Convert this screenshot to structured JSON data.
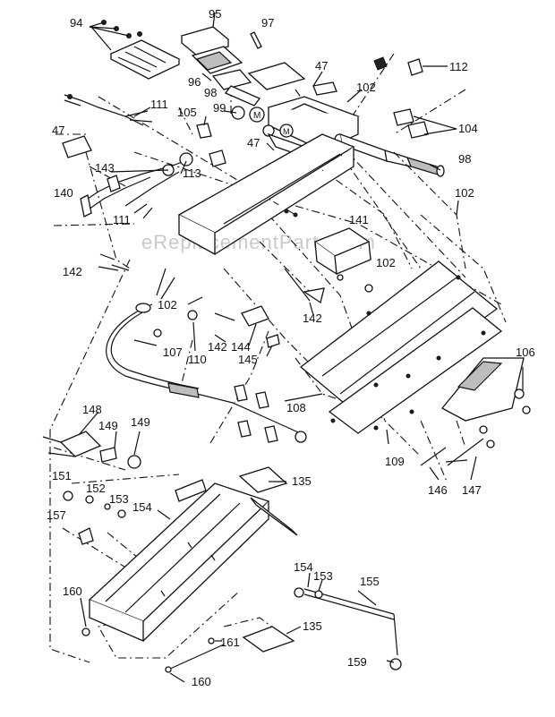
{
  "watermark": "eReplacementParts.com",
  "callouts": [
    {
      "id": "c94",
      "text": "94"
    },
    {
      "id": "c95",
      "text": "95"
    },
    {
      "id": "c97",
      "text": "97"
    },
    {
      "id": "c47a",
      "text": "47"
    },
    {
      "id": "c112",
      "text": "112"
    },
    {
      "id": "c96",
      "text": "96"
    },
    {
      "id": "c98a",
      "text": "98"
    },
    {
      "id": "c102a",
      "text": "102"
    },
    {
      "id": "c111a",
      "text": "111"
    },
    {
      "id": "c105",
      "text": "105"
    },
    {
      "id": "c99",
      "text": "99"
    },
    {
      "id": "c104",
      "text": "104"
    },
    {
      "id": "c47b",
      "text": "47"
    },
    {
      "id": "c47c",
      "text": "47"
    },
    {
      "id": "c143",
      "text": "143"
    },
    {
      "id": "c113",
      "text": "113"
    },
    {
      "id": "c98b",
      "text": "98"
    },
    {
      "id": "c140",
      "text": "140"
    },
    {
      "id": "c111b",
      "text": "111"
    },
    {
      "id": "c102b",
      "text": "102"
    },
    {
      "id": "c141",
      "text": "141"
    },
    {
      "id": "c102c",
      "text": "102"
    },
    {
      "id": "c142a",
      "text": "142"
    },
    {
      "id": "c102d",
      "text": "102"
    },
    {
      "id": "c142b",
      "text": "142"
    },
    {
      "id": "c142c",
      "text": "142"
    },
    {
      "id": "c144",
      "text": "144"
    },
    {
      "id": "c107",
      "text": "107"
    },
    {
      "id": "c110",
      "text": "110"
    },
    {
      "id": "c145",
      "text": "145"
    },
    {
      "id": "c106",
      "text": "106"
    },
    {
      "id": "c108",
      "text": "108"
    },
    {
      "id": "c148",
      "text": "148"
    },
    {
      "id": "c149a",
      "text": "149"
    },
    {
      "id": "c149b",
      "text": "149"
    },
    {
      "id": "c109",
      "text": "109"
    },
    {
      "id": "c146",
      "text": "146"
    },
    {
      "id": "c147",
      "text": "147"
    },
    {
      "id": "c135a",
      "text": "135"
    },
    {
      "id": "c151",
      "text": "151"
    },
    {
      "id": "c152",
      "text": "152"
    },
    {
      "id": "c153a",
      "text": "153"
    },
    {
      "id": "c154a",
      "text": "154"
    },
    {
      "id": "c157",
      "text": "157"
    },
    {
      "id": "c154b",
      "text": "154"
    },
    {
      "id": "c153b",
      "text": "153"
    },
    {
      "id": "c155",
      "text": "155"
    },
    {
      "id": "c160a",
      "text": "160"
    },
    {
      "id": "c135b",
      "text": "135"
    },
    {
      "id": "c161",
      "text": "161"
    },
    {
      "id": "c159",
      "text": "159"
    },
    {
      "id": "c160b",
      "text": "160"
    }
  ]
}
